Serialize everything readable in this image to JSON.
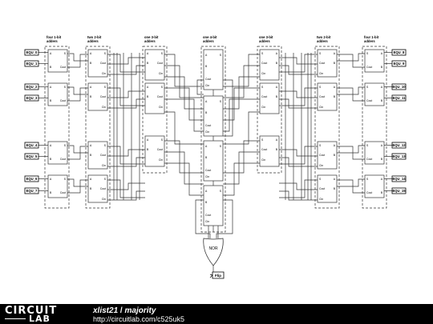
{
  "footer": {
    "logo_top": "CIRCUIT",
    "logo_bottom": "LAB",
    "user": "xlist21",
    "separator": "/",
    "circuit_name": "majority",
    "url": "http://circuitlab.com/c525uk5"
  },
  "inputs_left": [
    "EQU_0",
    "EQU_1",
    "EQU_2",
    "EQU_3",
    "EQU_4",
    "EQU_5",
    "EQU_6",
    "EQU_7"
  ],
  "inputs_right": [
    "EQU_8",
    "EQU_9",
    "EQU_10",
    "EQU_11",
    "EQU_12",
    "EQU_13",
    "EQU_14",
    "EQU_15"
  ],
  "group_labels": {
    "g1": [
      "four 1-bit",
      "adders"
    ],
    "g2": [
      "two 2-bit",
      "adders"
    ],
    "g3": [
      "one 3-bit",
      "adders"
    ],
    "g4": [
      "one 4-bit",
      "adders"
    ],
    "g5": [
      "one 3-bit",
      "adders"
    ],
    "g6": [
      "two 2-bit",
      "adders"
    ],
    "g7": [
      "four 1-bit",
      "adders"
    ]
  },
  "pins": {
    "a": "A",
    "b": "B",
    "s": "S",
    "cout": "Cout",
    "cin": "Cin"
  },
  "gate_label": "NOR",
  "output_label": "Flip"
}
